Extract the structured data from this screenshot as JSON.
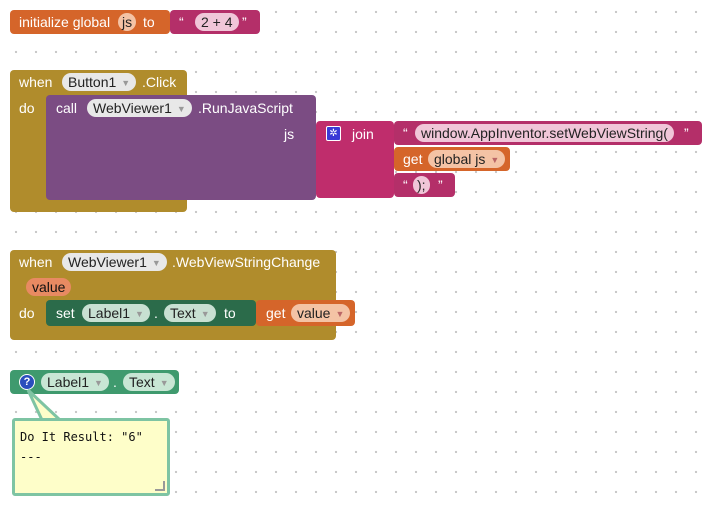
{
  "block1": {
    "initialize_label": "initialize global",
    "var_name": "js",
    "to_label": "to",
    "string_value": "2 + 4"
  },
  "block2": {
    "when_label": "when",
    "component": "Button1",
    "event": ".Click",
    "do_label": "do",
    "call_label": "call",
    "call_component": "WebViewer1",
    "method": ".RunJavaScript",
    "param_label": "js",
    "join_label": "join",
    "string1": "window.AppInventor.setWebViewString(",
    "get_label": "get",
    "get_var": "global js",
    "string2": ");"
  },
  "block3": {
    "when_label": "when",
    "component": "WebViewer1",
    "event": ".WebViewStringChange",
    "param": "value",
    "do_label": "do",
    "set_label": "set",
    "set_component": "Label1",
    "dot": ".",
    "property": "Text",
    "to_label": "to",
    "get_label": "get",
    "get_var": "value"
  },
  "block4": {
    "component": "Label1",
    "dot": ".",
    "property": "Text"
  },
  "tooltip": {
    "line1": "Do It Result: \"6\"",
    "line2": "---"
  },
  "colors": {
    "variable_orange": "#d5652a",
    "text_magenta": "#b42f69",
    "event_olive": "#b08c2c",
    "call_purple": "#7b4c83",
    "setter_green": "#2b6b4a",
    "getter_teal": "#3f9a6e",
    "tooltip_bg": "#fefec9"
  }
}
